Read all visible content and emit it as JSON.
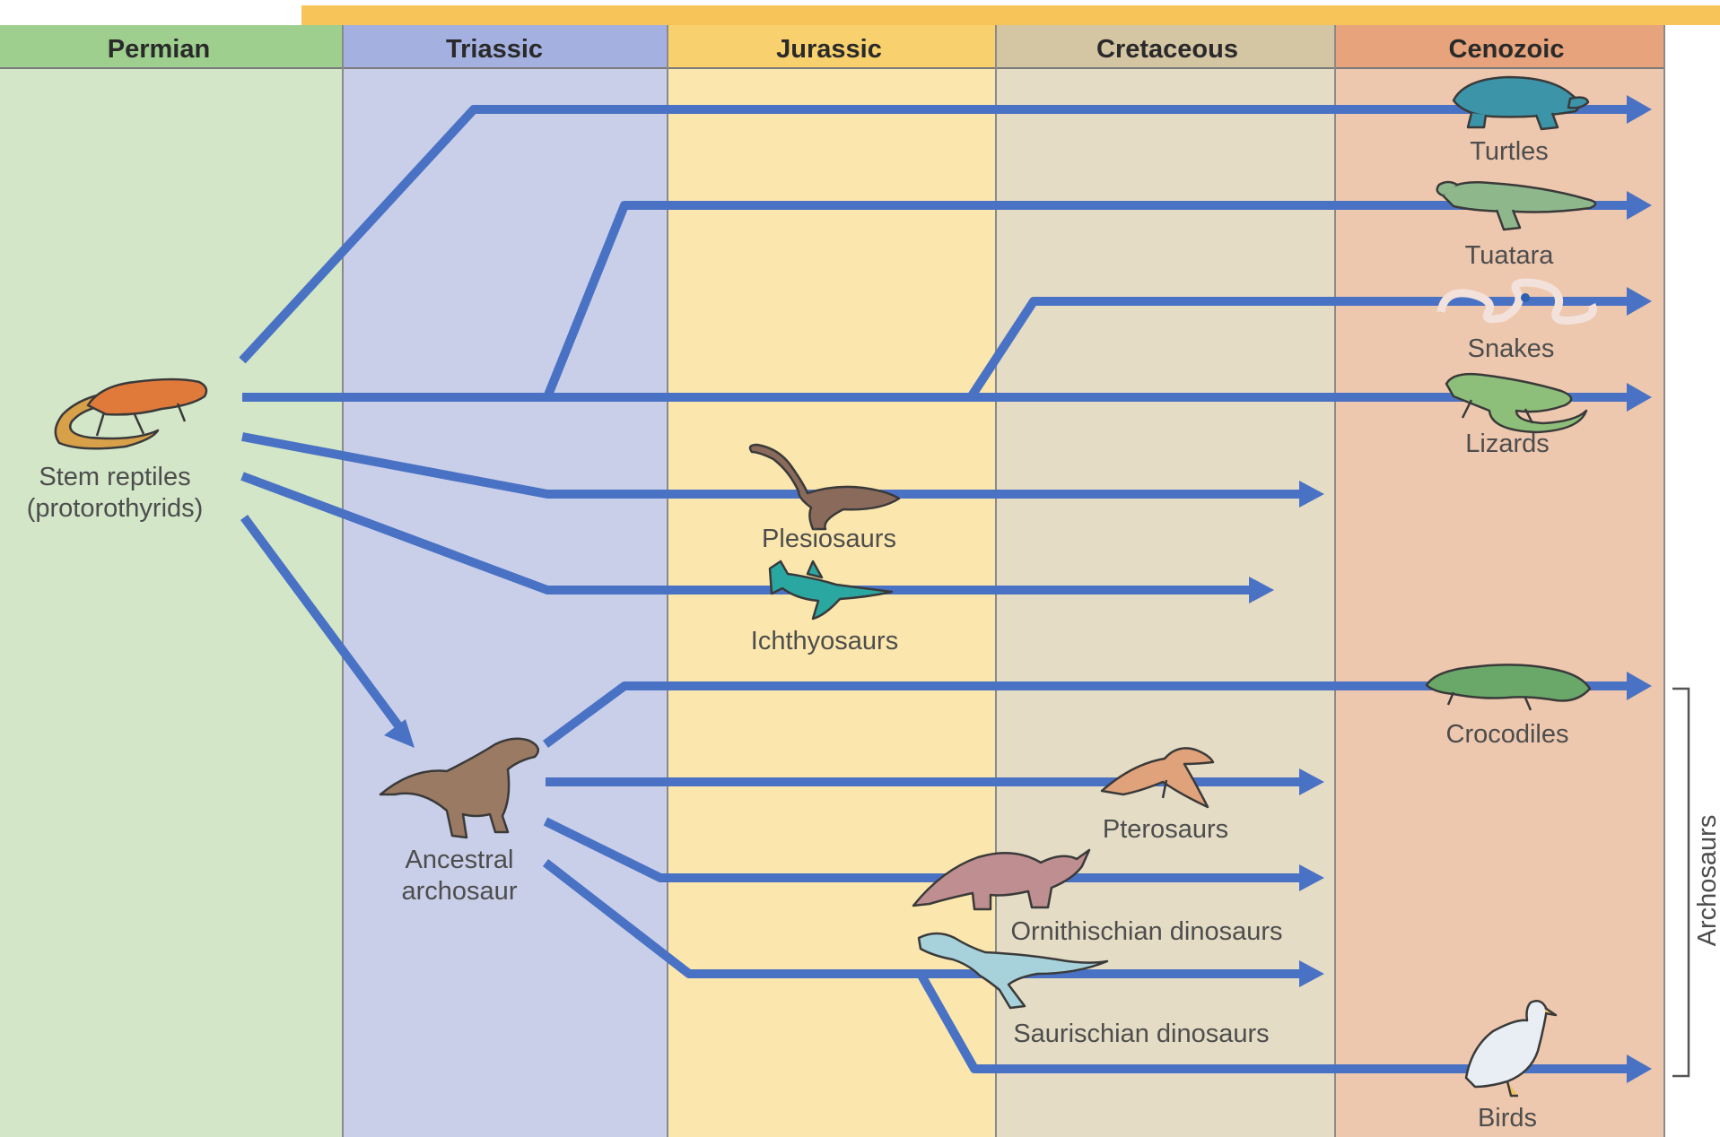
{
  "colors": {
    "top_bar": "#f7c45a",
    "lineage": "#4a72c4",
    "divider": "#8a8a8a",
    "bracket": "#555555"
  },
  "periods": [
    {
      "name": "Permian",
      "header_color": "#9fcf8f",
      "body_color": "#d3e6c8"
    },
    {
      "name": "Triassic",
      "header_color": "#a4b0df",
      "body_color": "#c9cfe9"
    },
    {
      "name": "Jurassic",
      "header_color": "#f8d06d",
      "body_color": "#fbe7ad"
    },
    {
      "name": "Cretaceous",
      "header_color": "#d4c5a3",
      "body_color": "#e5dcc5"
    },
    {
      "name": "Cenozoic",
      "header_color": "#e6a37c",
      "body_color": "#edc8ae"
    }
  ],
  "labels": {
    "stem_line1": "Stem reptiles",
    "stem_line2": "(protorothyrids)",
    "turtles": "Turtles",
    "tuatara": "Tuatara",
    "snakes": "Snakes",
    "lizards": "Lizards",
    "plesiosaurs": "Plesiosaurs",
    "ichthyosaurs": "Ichthyosaurs",
    "crocodiles": "Crocodiles",
    "ancestral_line1": "Ancestral",
    "ancestral_line2": "archosaur",
    "pterosaurs": "Pterosaurs",
    "ornithischian": "Ornithischian dinosaurs",
    "saurischian": "Saurischian dinosaurs",
    "birds": "Birds",
    "archosaurs": "Archosaurs"
  },
  "icons": [
    "stem-reptile-icon",
    "turtle-icon",
    "tuatara-icon",
    "snake-icon",
    "lizard-icon",
    "plesiosaur-icon",
    "ichthyosaur-icon",
    "crocodile-icon",
    "ancestral-archosaur-icon",
    "pterosaur-icon",
    "triceratops-icon",
    "tyrannosaur-icon",
    "bird-icon"
  ]
}
